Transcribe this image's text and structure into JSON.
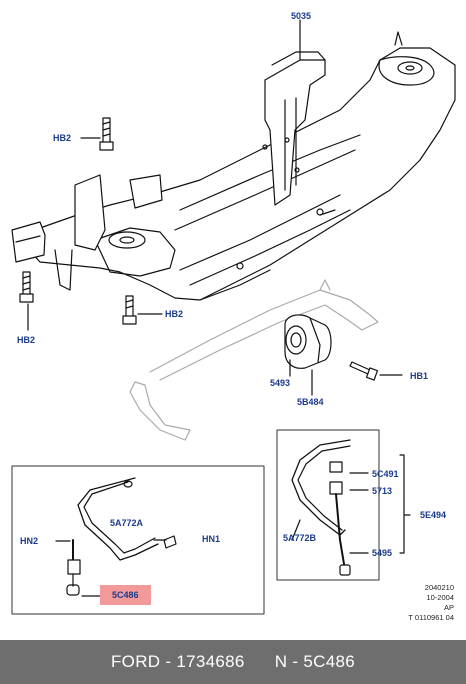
{
  "labels": {
    "p5035": "5035",
    "hb2_top": "HB2",
    "hb2_left": "HB2",
    "hb2_mid": "HB2",
    "p5493": "5493",
    "p5b484": "5B484",
    "hb1": "HB1",
    "p5a772a": "5A772A",
    "hn2": "HN2",
    "hn1": "HN1",
    "p5c486": "5C486",
    "p5c491": "5C491",
    "p5713": "5713",
    "p5e494": "5E494",
    "p5a772b": "5A772B",
    "p5495": "5495"
  },
  "meta": {
    "line1": "2040210",
    "line2": "10-2004",
    "line3": "AP",
    "line4": "T 0110961 04"
  },
  "footer": {
    "brand_part": "FORD - 1734686",
    "oem_part": "N - 5C486"
  },
  "colors": {
    "label": "#1a3a8c",
    "highlight": "#f29a9a",
    "footer_bg": "#6e6e6e"
  }
}
